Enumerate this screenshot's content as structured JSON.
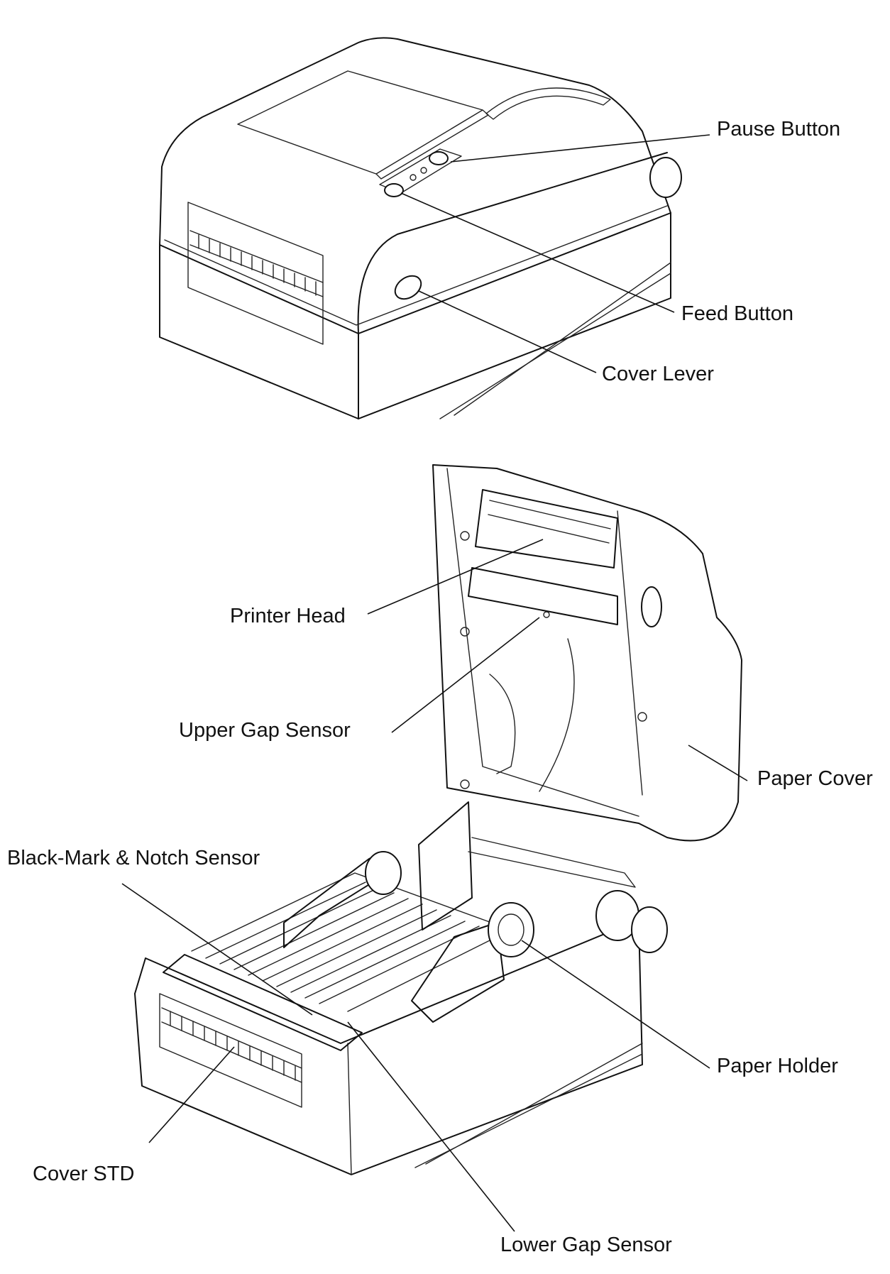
{
  "figure": {
    "labels": {
      "pause_button": "Pause Button",
      "feed_button": "Feed Button",
      "cover_lever": "Cover Lever",
      "printer_head": "Printer Head",
      "upper_gap_sensor": "Upper Gap Sensor",
      "paper_cover": "Paper Cover",
      "black_mark_notch_sensor": "Black-Mark & Notch Sensor",
      "paper_holder": "Paper Holder",
      "cover_std": "Cover STD",
      "lower_gap_sensor": "Lower Gap Sensor"
    }
  }
}
